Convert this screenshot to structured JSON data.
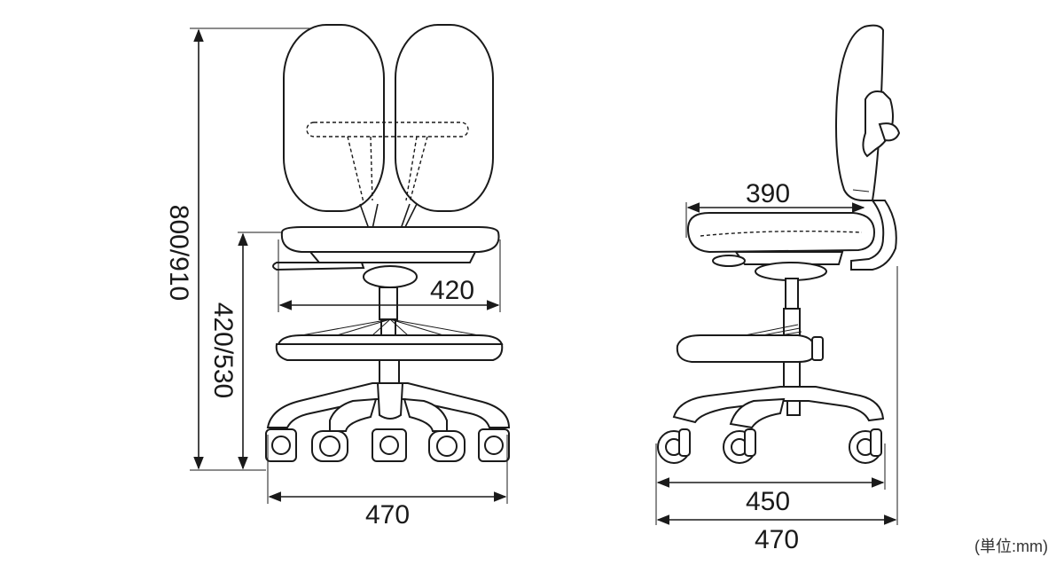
{
  "front_view": {
    "height_total": "800/910",
    "seat_height": "420/530",
    "seat_width": "420",
    "base_width": "470"
  },
  "side_view": {
    "seat_depth": "390",
    "base_depth_inner": "450",
    "base_depth_outer": "470"
  },
  "unit_note": "(単位:mm)",
  "colors": {
    "line": "#1a1a1a",
    "background": "#ffffff"
  }
}
